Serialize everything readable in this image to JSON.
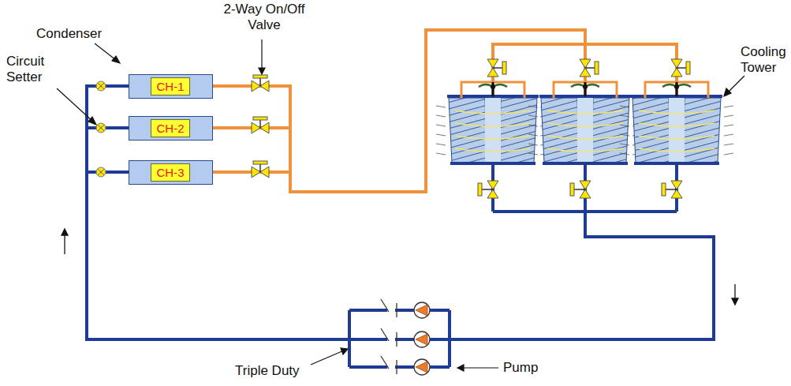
{
  "diagram": {
    "nodes": [
      {
        "text": [
          "CH-1"
        ]
      },
      {
        "text": [
          "CH-2"
        ]
      },
      {
        "text": [
          "CH-3"
        ]
      }
    ],
    "labels": [
      "Condenser",
      "Circuit Setter",
      "2-Way On/Off Valve",
      "Cooling Tower",
      "Triple Duty",
      "Pump"
    ]
  }
}
